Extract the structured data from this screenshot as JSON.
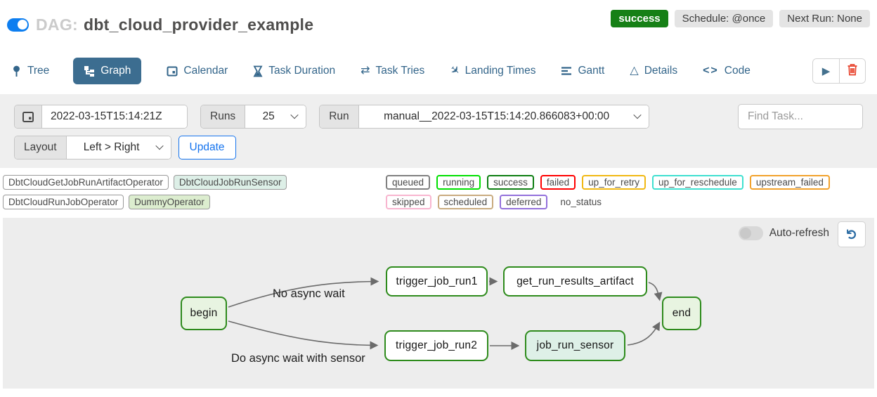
{
  "header": {
    "dag_prefix": "DAG:",
    "dag_name": "dbt_cloud_provider_example",
    "status_badge": "success",
    "schedule_badge": "Schedule: @once",
    "next_run_badge": "Next Run: None",
    "colors": {
      "success_green": "#168016",
      "toggle_on_blue": "#0d7ef0",
      "badge_gray": "#e4e4e4"
    }
  },
  "tabs": {
    "items": [
      {
        "label": "Tree"
      },
      {
        "label": "Graph",
        "active": true
      },
      {
        "label": "Calendar"
      },
      {
        "label": "Task Duration"
      },
      {
        "label": "Task Tries",
        "glyph": "⇄"
      },
      {
        "label": "Landing Times",
        "glyph": "✈"
      },
      {
        "label": "Gantt"
      },
      {
        "label": "Details",
        "glyph": "△"
      },
      {
        "label": "Code",
        "glyph": "<>"
      }
    ],
    "active_bg": "#3c6d90",
    "link_color": "#33658a",
    "play_glyph": "▶",
    "trash_color": "#e8442e"
  },
  "filters": {
    "date_value": "2022-03-15T15:14:21Z",
    "runs_label": "Runs",
    "runs_value": "25",
    "run_label": "Run",
    "run_value": "manual__2022-03-15T15:14:20.866083+00:00",
    "find_task_placeholder": "Find Task...",
    "layout_label": "Layout",
    "layout_value": "Left > Right",
    "update_label": "Update",
    "update_color": "#1674ee"
  },
  "legend": {
    "operators": [
      {
        "label": "DbtCloudGetJobRunArtifactOperator",
        "bg": "#ffffff"
      },
      {
        "label": "DbtCloudJobRunSensor",
        "bg": "#ddefe7"
      },
      {
        "label": "DbtCloudRunJobOperator",
        "bg": "#ffffff"
      },
      {
        "label": "DummyOperator",
        "bg": "#dcedcf"
      }
    ],
    "statuses": [
      {
        "label": "queued",
        "color": "#808080"
      },
      {
        "label": "running",
        "color": "#00e000"
      },
      {
        "label": "success",
        "color": "#0d7e12"
      },
      {
        "label": "failed",
        "color": "#ff0000"
      },
      {
        "label": "up_for_retry",
        "color": "#f1b813"
      },
      {
        "label": "up_for_reschedule",
        "color": "#3fe0d0"
      },
      {
        "label": "upstream_failed",
        "color": "#f2a22c"
      },
      {
        "label": "skipped",
        "color": "#f8b5cf"
      },
      {
        "label": "scheduled",
        "color": "#c9ab7f"
      },
      {
        "label": "deferred",
        "color": "#9370db"
      },
      {
        "label": "no_status",
        "color": "transparent"
      }
    ]
  },
  "graph": {
    "auto_refresh_label": "Auto-refresh",
    "refresh_glyph": "↻",
    "node_border_color": "#2e8b1c",
    "edge_color": "#6b6b6b",
    "nodes": [
      {
        "id": "begin",
        "label": "begin",
        "fill": "#e8f4e1"
      },
      {
        "id": "trigger_job_run1",
        "label": "trigger_job_run1",
        "fill": "#ffffff"
      },
      {
        "id": "get_run_results_artifact",
        "label": "get_run_results_artifact",
        "fill": "#ffffff"
      },
      {
        "id": "end",
        "label": "end",
        "fill": "#e8f4e1"
      },
      {
        "id": "trigger_job_run2",
        "label": "trigger_job_run2",
        "fill": "#ffffff"
      },
      {
        "id": "job_run_sensor",
        "label": "job_run_sensor",
        "fill": "#def0e7"
      }
    ],
    "edge_labels": [
      {
        "text": "No async wait"
      },
      {
        "text": "Do async wait with sensor"
      }
    ]
  }
}
